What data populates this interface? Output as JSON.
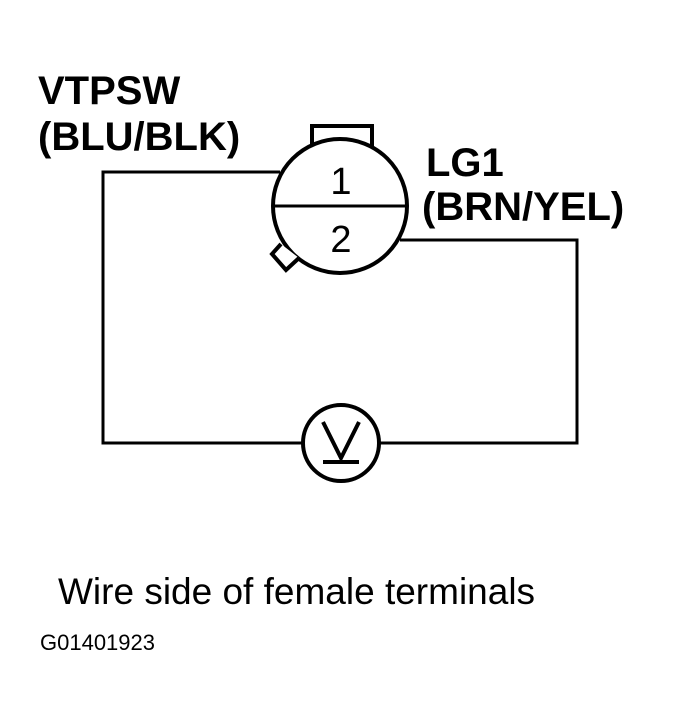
{
  "labels": {
    "left_line1": "VTPSW",
    "left_line2": "(BLU/BLK)",
    "right_line1": "LG1",
    "right_line2": "(BRN/YEL)",
    "pin_top": "1",
    "pin_bottom": "2",
    "caption": "Wire side of female terminals",
    "figure_code": "G01401923"
  },
  "icons": {
    "meter": "voltmeter-icon"
  }
}
